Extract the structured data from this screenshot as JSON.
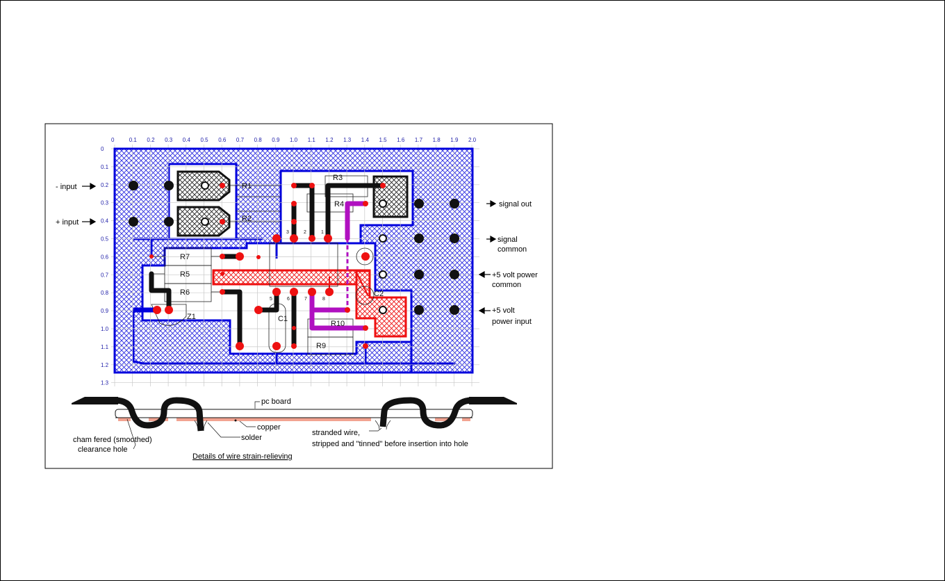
{
  "colors": {
    "board": "#0000dd",
    "hatch": "#2a2ae0",
    "red": "#ee1111",
    "purple": "#b010c0",
    "copper": "#f2a391",
    "grid": "#c8c8c8"
  },
  "axes": {
    "x_ticks": [
      "0",
      "0.1",
      "0.2",
      "0.3",
      "0.4",
      "0.5",
      "0.6",
      "0.7",
      "0.8",
      "0.9",
      "1.0",
      "1.1",
      "1.2",
      "1.3",
      "1.4",
      "1.5",
      "1.6",
      "1.7",
      "1.8",
      "1.9",
      "2.0"
    ],
    "y_ticks": [
      "0",
      "0.1",
      "0.2",
      "0.3",
      "0.4",
      "0.5",
      "0.6",
      "0.7",
      "0.8",
      "0.9",
      "1.0",
      "1.1",
      "1.2",
      "1.3"
    ]
  },
  "io_labels": {
    "minus_input": "- input",
    "plus_input": "+ input",
    "signal_out": "signal out",
    "signal_common_1": "signal",
    "signal_common_2": "common",
    "power_common_1": "+5 volt power",
    "power_common_2": "common",
    "power_input_1": "+5 volt",
    "power_input_2": "power input"
  },
  "components": {
    "r1": "R1",
    "r2": "R2",
    "r3": "R3",
    "r4": "R4",
    "r5": "R5",
    "r6": "R6",
    "r7": "R7",
    "r9": "R9",
    "r10": "R10",
    "c1": "C1",
    "c2": "C2",
    "z1": "Z1",
    "pins_top": [
      "3",
      "2",
      "1"
    ],
    "pins_bottom": [
      "5",
      "6",
      "7",
      "8"
    ]
  },
  "detail": {
    "pc_board": "pc board",
    "copper": "copper",
    "solder": "solder",
    "chamfered_1": "cham fered (smoothed)",
    "chamfered_2": "clearance hole",
    "stranded_1": "stranded wire,",
    "stranded_2": "stripped and \"tinned\" before insertion into hole",
    "caption": "Details of wire strain-relieving"
  }
}
